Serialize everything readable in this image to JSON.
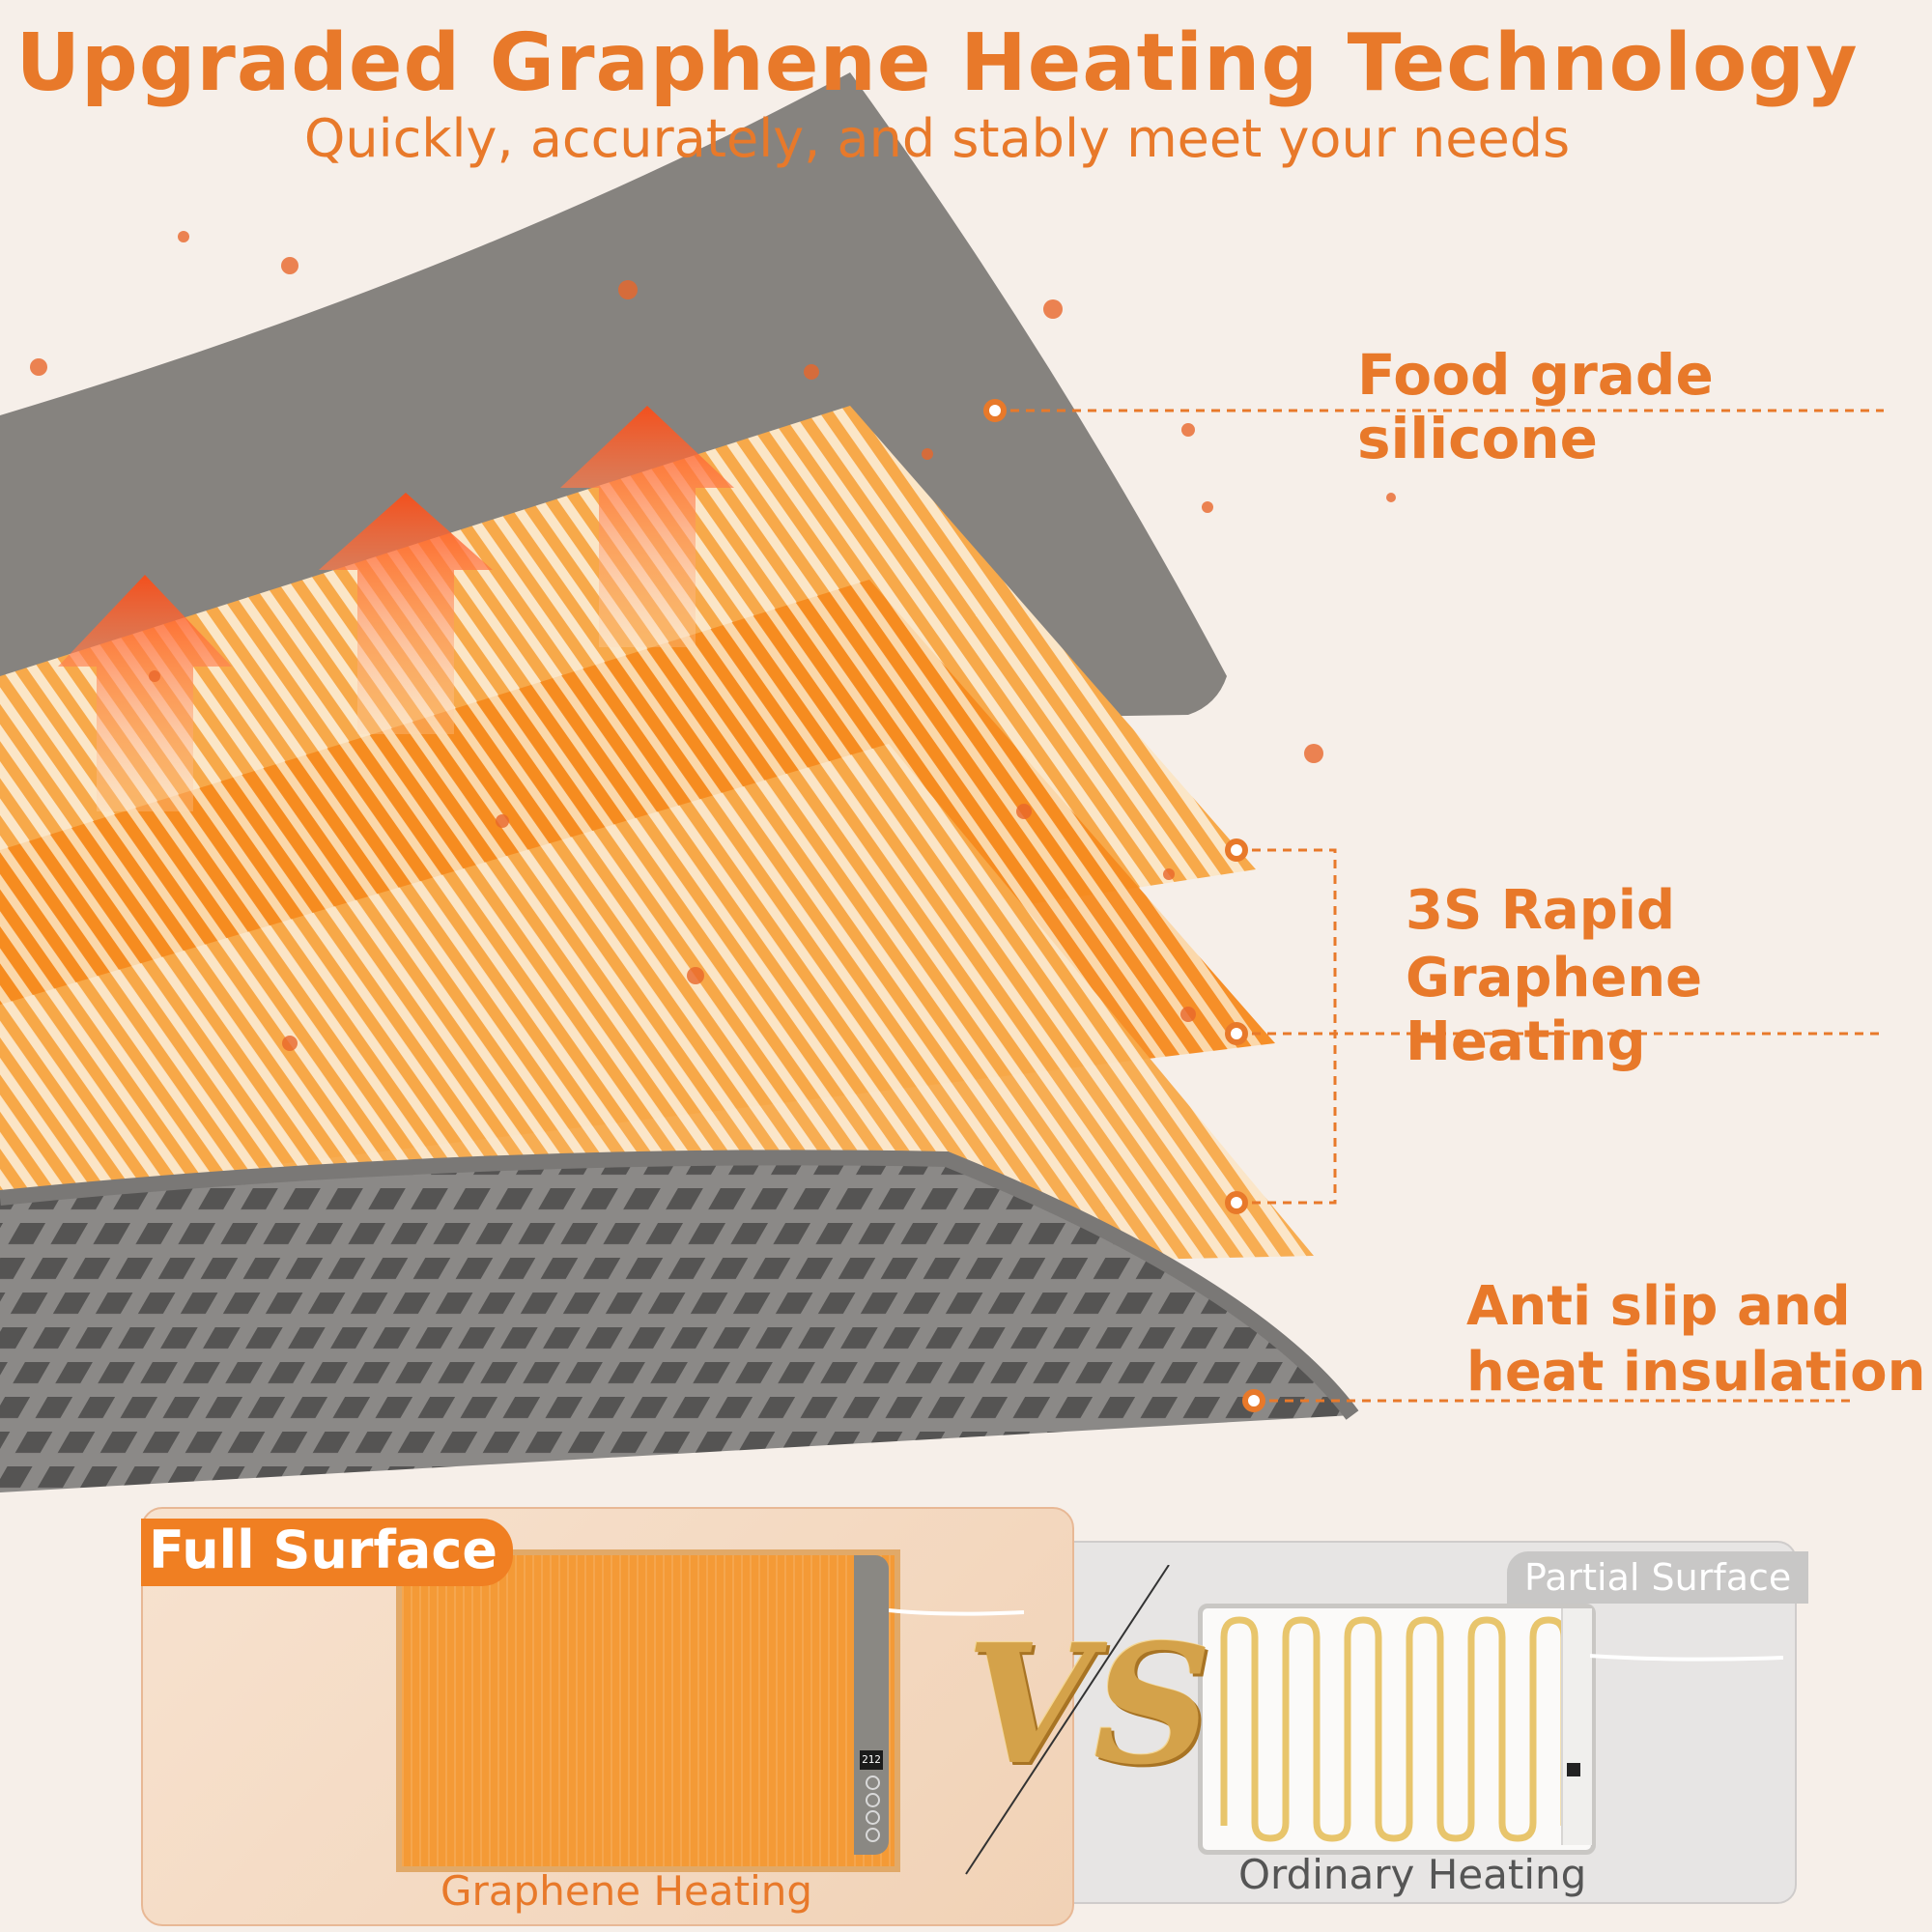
{
  "header": {
    "title": "Upgraded Graphene Heating Technology",
    "subtitle": "Quickly, accurately, and stably meet your needs"
  },
  "layers": {
    "silicone": "Food grade silicone",
    "graphene_line1": "3S Rapid",
    "graphene_line2": "Graphene Heating",
    "insulation_line1": "Anti slip and",
    "insulation_line2": "heat insulation"
  },
  "comparison": {
    "left_badge": "Full Surface",
    "left_label": "Graphene Heating",
    "right_badge": "Partial Surface",
    "right_label": "Ordinary Heating",
    "vs": "VS",
    "display_value": "212"
  },
  "colors": {
    "accent": "#e8792a",
    "graphene": "#f49a36",
    "silicone_gray": "#7f7c79",
    "background": "#f6efe9"
  }
}
